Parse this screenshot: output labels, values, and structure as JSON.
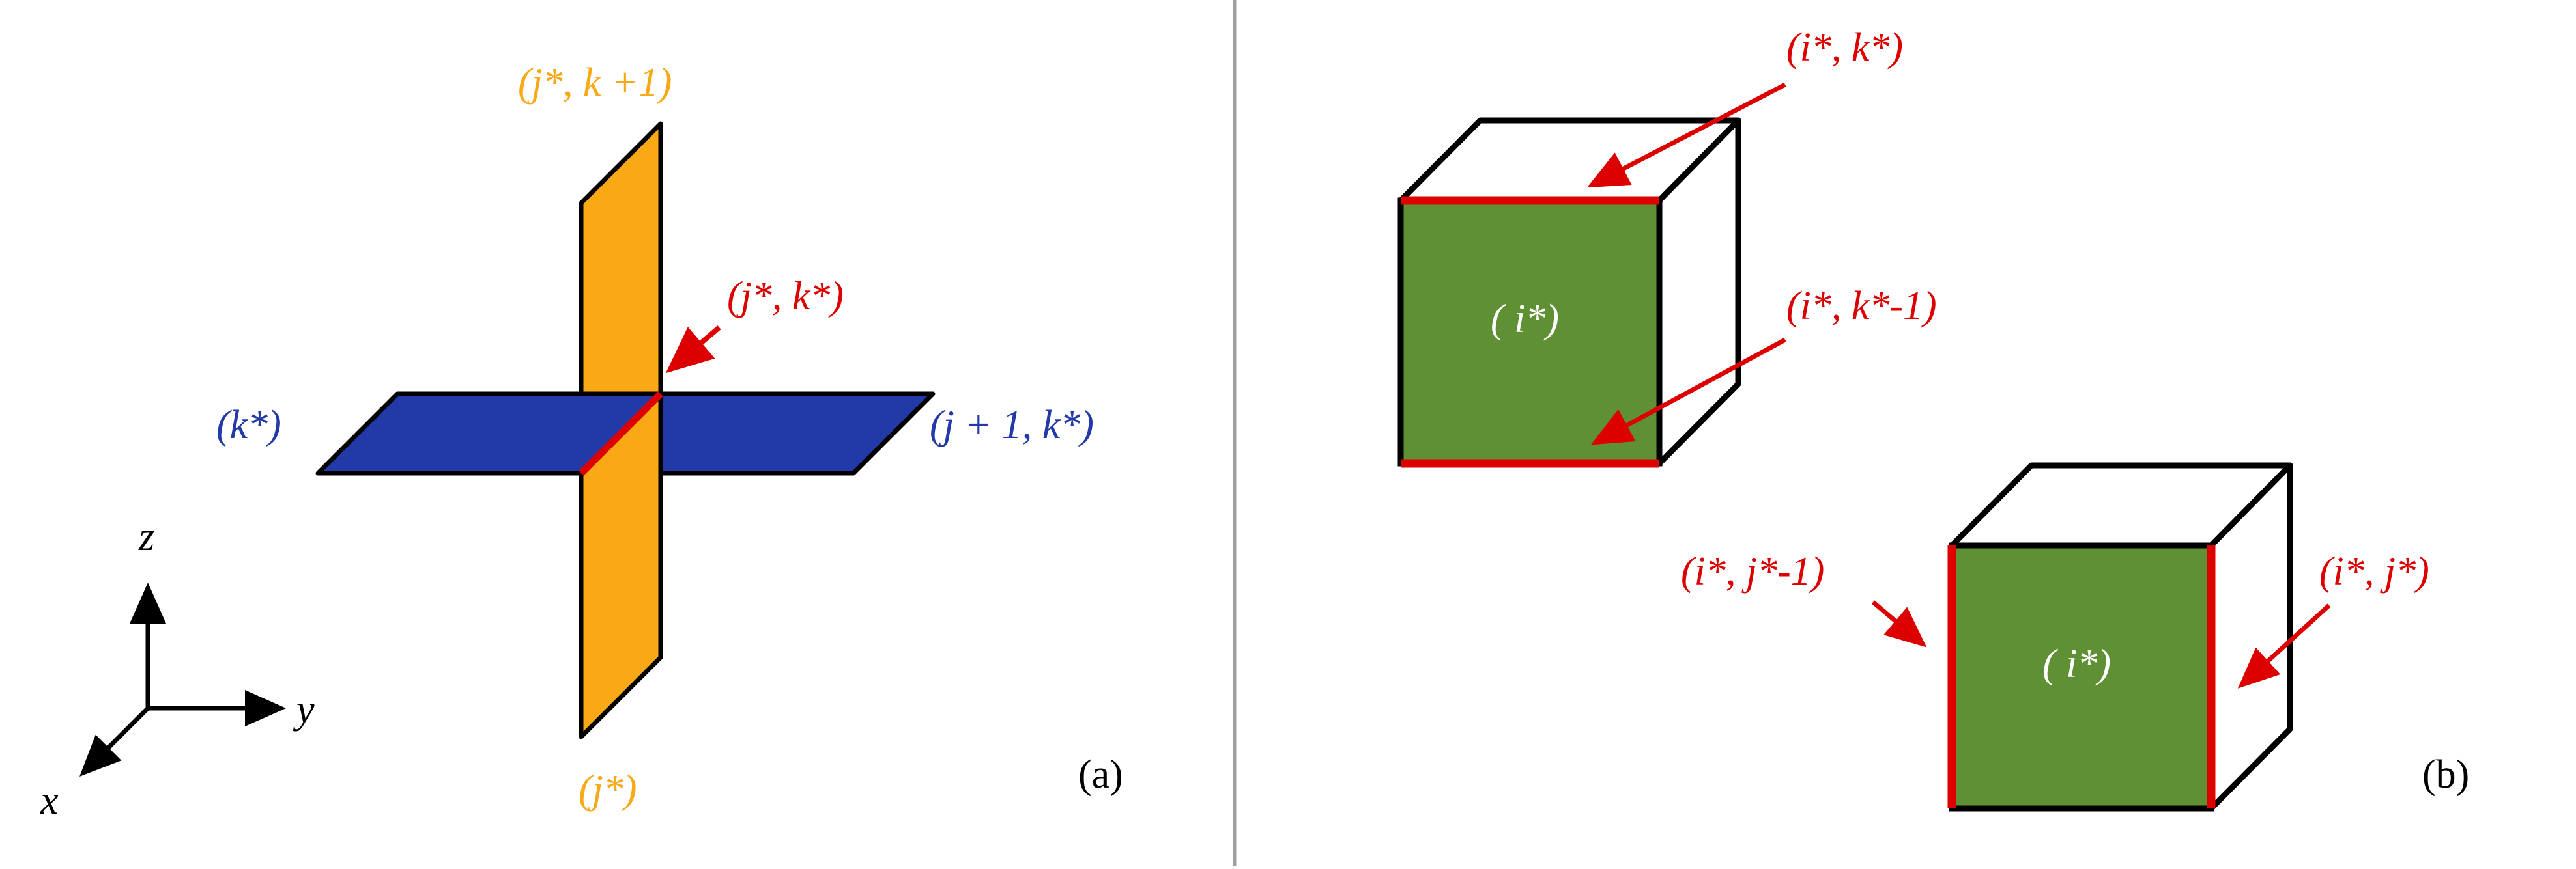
{
  "colors": {
    "orange": "#F9A816",
    "blue": "#2239A8",
    "green": "#5F9033",
    "red": "#DD0000",
    "black": "#000000",
    "white": "#FFFFFF",
    "divider": "#A0A0A0"
  },
  "panel_a": {
    "caption": "(a)",
    "axes": {
      "z": "z",
      "y": "y",
      "x": "x"
    },
    "labels": {
      "top_orange": "(j*, k +1)",
      "bottom_orange": "(j*)",
      "left_blue": "(k*)",
      "right_blue": "(j + 1, k*)",
      "edge_red": "(j*, k*)"
    }
  },
  "panel_b": {
    "caption": "(b)",
    "cube1": {
      "face_label": "( i*)",
      "top_edge_label": "(i*, k*)",
      "bottom_edge_label": "(i*, k*-1)"
    },
    "cube2": {
      "face_label": "( i*)",
      "left_edge_label": "(i*, j*-1)",
      "right_edge_label": "(i*, j*)"
    }
  }
}
